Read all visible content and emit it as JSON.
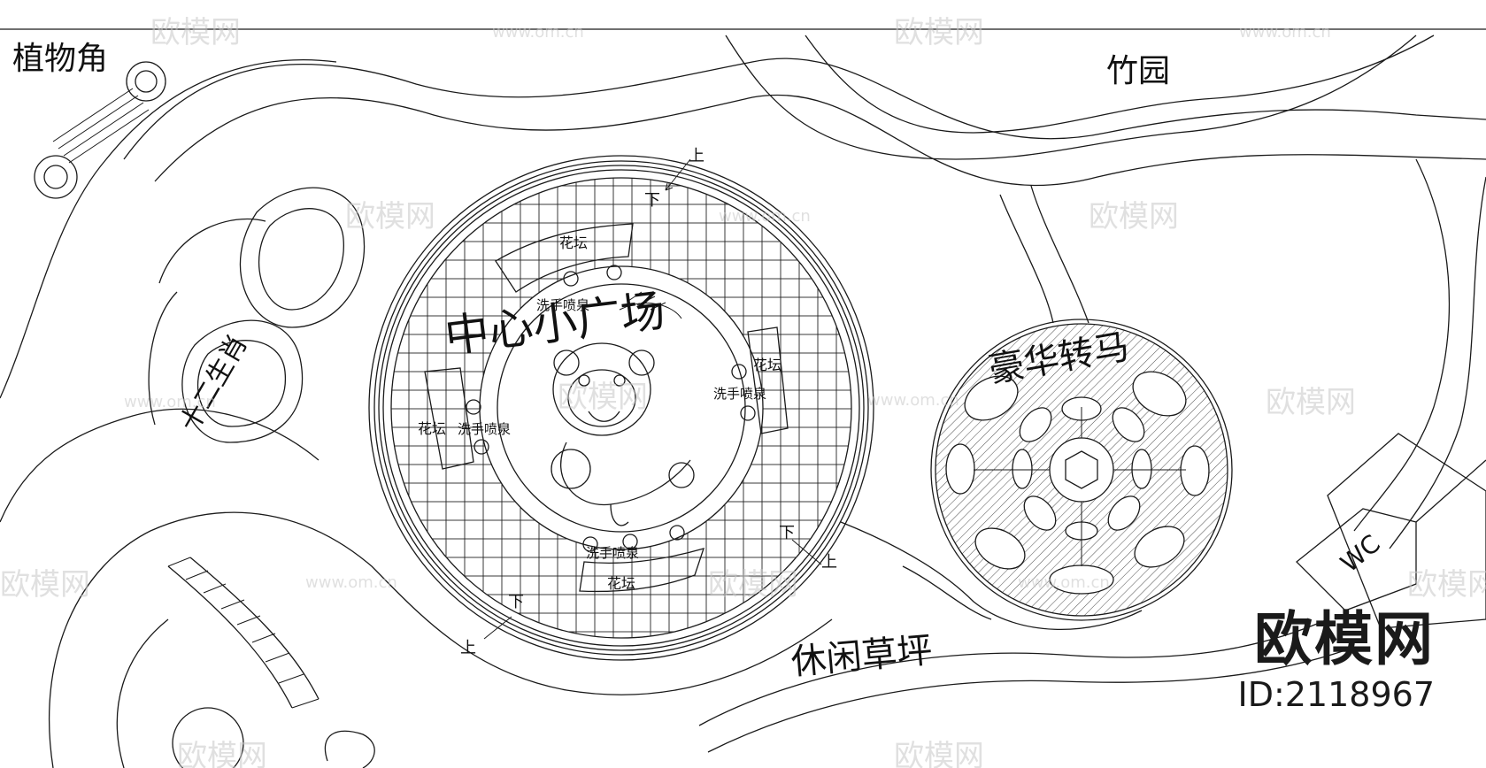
{
  "labels": {
    "plant_corner": "植物角",
    "bamboo_garden": "竹园",
    "central_plaza": "中心小广场",
    "luxury_carousel": "豪华转马",
    "leisure_lawn": "休闲草坪",
    "wc": "WC",
    "twelve_zodiac": "十二生肖",
    "flower_bed": "花坛",
    "hand_wash_fountain": "洗手喷泉",
    "up": "上",
    "down": "下"
  },
  "watermark": {
    "brand": "欧模网",
    "url": "www.om.cn"
  },
  "brand": {
    "name": "欧模网",
    "id": "ID:2118967"
  }
}
